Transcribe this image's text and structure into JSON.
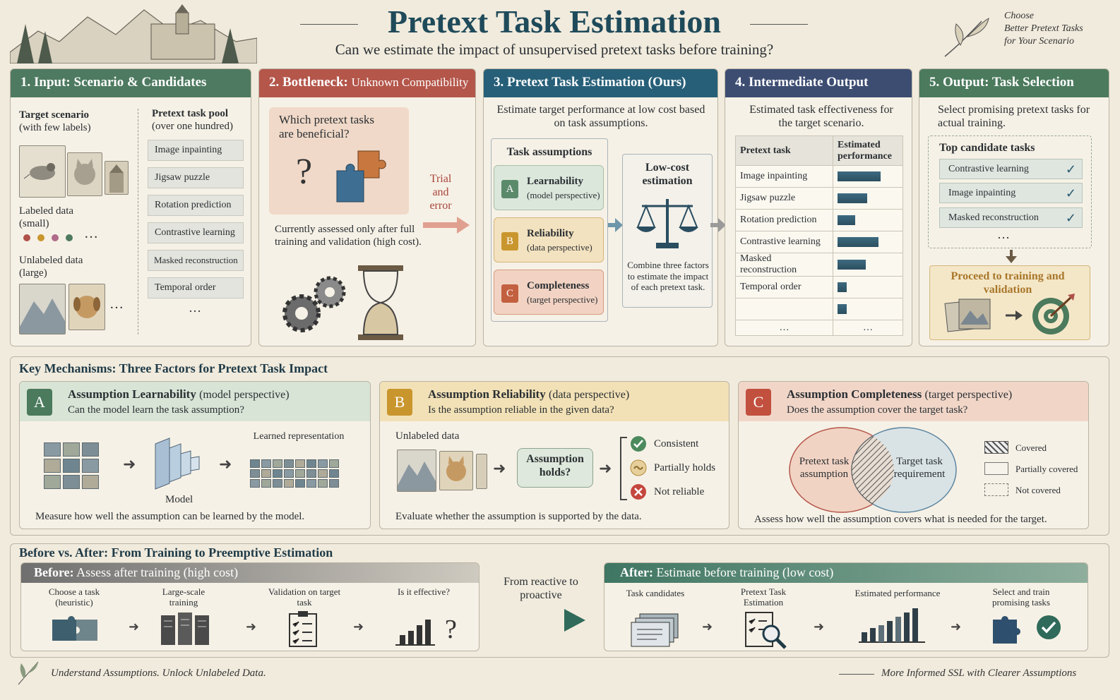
{
  "header": {
    "title": "Pretext Task Estimation",
    "subtitle": "Can we estimate the impact of unsupervised pretext tasks before training?",
    "tagline": [
      "Choose",
      "Better Pretext Tasks",
      "for Your Scenario"
    ]
  },
  "panel1": {
    "title": "1. Input: Scenario & Candidates",
    "target_scenario": "Target scenario",
    "target_sub": "(with few labels)",
    "labeled": "Labeled data",
    "labeled_sub": "(small)",
    "unlabeled": "Unlabeled data",
    "unlabeled_sub": "(large)",
    "pool_title": "Pretext task pool",
    "pool_sub": "(over one hundred)",
    "pool": [
      "Image inpainting",
      "Jigsaw puzzle",
      "Rotation prediction",
      "Contrastive learning",
      "Masked reconstruction",
      "Temporal order"
    ],
    "ellipsis": "…"
  },
  "panel2": {
    "title_bold": "2. Bottleneck:",
    "title_light": "Unknown Compatibility",
    "question": "Which pretext tasks are beneficial?",
    "q_mark": "?",
    "trial": "Trial and error",
    "note": "Currently assessed only after full training and validation (high cost)."
  },
  "panel3": {
    "title": "3. Pretext Task Estimation (Ours)",
    "desc": "Estimate target performance at low cost based on task assumptions.",
    "assumptions_title": "Task assumptions",
    "assumptions": [
      {
        "letter": "A",
        "name": "Learnability",
        "sub": "(model perspective)"
      },
      {
        "letter": "B",
        "name": "Reliability",
        "sub": "(data perspective)"
      },
      {
        "letter": "C",
        "name": "Completeness",
        "sub": "(target perspective)"
      }
    ],
    "lowcost_title": "Low-cost estimation",
    "lowcost_desc": "Combine three factors to estimate the impact of each pretext task."
  },
  "panel4": {
    "title": "4. Intermediate Output",
    "desc": "Estimated task effectiveness for the target scenario.",
    "col1": "Pretext task",
    "col2": "Estimated performance",
    "rows": [
      {
        "task": "Image inpainting",
        "value": 0.77
      },
      {
        "task": "Jigsaw puzzle",
        "value": 0.53
      },
      {
        "task": "Rotation prediction",
        "value": 0.32
      },
      {
        "task": "Contrastive learning",
        "value": 0.74
      },
      {
        "task": "Masked reconstruction",
        "value": 0.5
      },
      {
        "task": "Temporal order",
        "value": 0.16
      },
      {
        "task": "",
        "value": 0.16
      }
    ],
    "ellipsis": "…"
  },
  "panel5": {
    "title": "5. Output: Task Selection",
    "desc": "Select promising pretext tasks for actual training.",
    "top_title": "Top candidate tasks",
    "top": [
      "Contrastive learning",
      "Image inpainting",
      "Masked reconstruction"
    ],
    "check": "✓",
    "ellipsis": "…",
    "proceed": "Proceed to training and validation"
  },
  "mechanisms": {
    "title": "Key Mechanisms: Three Factors for Pretext Task Impact",
    "a": {
      "letter": "A",
      "name": "Assumption Learnability",
      "persp": "(model perspective)",
      "q": "Can the model learn the task assumption?",
      "model": "Model",
      "learned": "Learned representation",
      "foot": "Measure how well the assumption can be learned by the model."
    },
    "b": {
      "letter": "B",
      "name": "Assumption Reliability",
      "persp": "(data perspective)",
      "q": "Is the assumption reliable in the given data?",
      "unlabeled": "Unlabeled data",
      "holds": "Assumption holds?",
      "outcomes": [
        "Consistent",
        "Partially holds",
        "Not reliable"
      ],
      "foot": "Evaluate whether the assumption is supported by the data."
    },
    "c": {
      "letter": "C",
      "name": "Assumption Completeness",
      "persp": "(target perspective)",
      "q": "Does the assumption cover the target task?",
      "left": "Pretext task assumption",
      "right": "Target task requirement",
      "legend": [
        "Covered",
        "Partially covered",
        "Not covered"
      ],
      "foot": "Assess how well the assumption covers what is needed for the target."
    }
  },
  "compare": {
    "title": "Before vs. After: From Training to Preemptive Estimation",
    "before_bold": "Before:",
    "before_light": "Assess after training (high cost)",
    "before_steps": [
      "Choose a task (heuristic)",
      "Large-scale training",
      "Validation on target task",
      "Is it effective?"
    ],
    "middle": "From reactive to proactive",
    "after_bold": "After:",
    "after_light": "Estimate before training (low cost)",
    "after_steps": [
      "Task candidates",
      "Pretext Task Estimation",
      "Estimated performance",
      "Select and train promising tasks"
    ]
  },
  "footer": {
    "left": "Understand Assumptions. Unlock Unlabeled Data.",
    "right": "More Informed SSL with Clearer Assumptions"
  },
  "colors": {
    "green": "#4d7a60",
    "red": "#b4564a",
    "blue": "#275f78",
    "navy": "#3d4d72",
    "gold": "#c9962e"
  }
}
